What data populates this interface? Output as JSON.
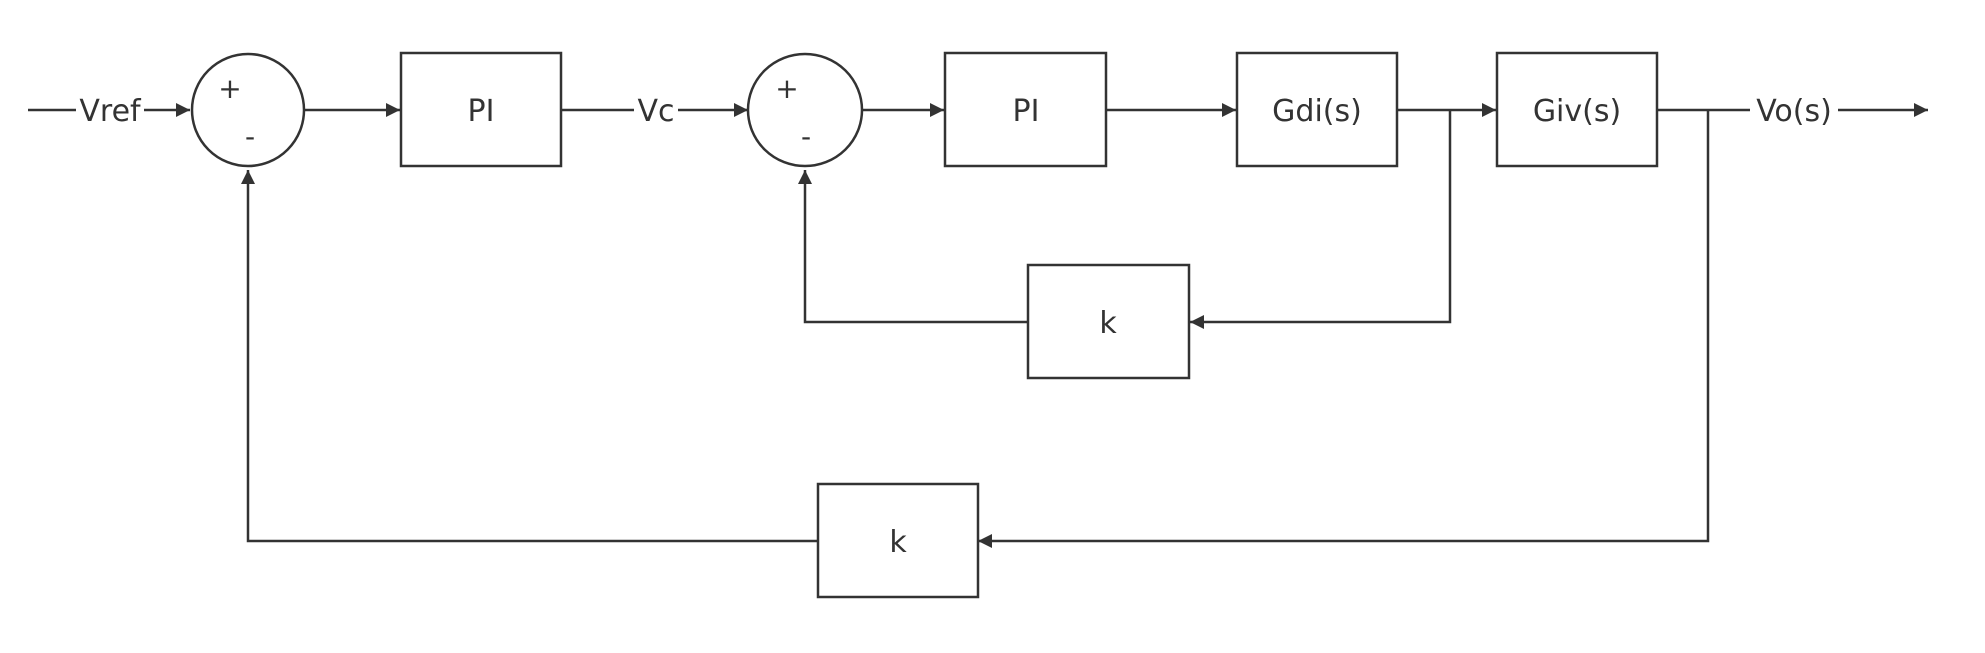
{
  "signals": {
    "input": "Vref",
    "voltage_command": "Vc",
    "output": "Vo(s)"
  },
  "blocks": {
    "outer_controller": "PI",
    "inner_controller": "PI",
    "duty_to_current": "Gdi(s)",
    "current_to_voltage": "Giv(s)",
    "inner_feedback_gain": "k",
    "outer_feedback_gain": "k"
  },
  "summing_junctions": {
    "outer": {
      "plus": "+",
      "minus": "-"
    },
    "inner": {
      "plus": "+",
      "minus": "-"
    }
  },
  "colors": {
    "stroke": "#333333",
    "background": "#ffffff"
  }
}
